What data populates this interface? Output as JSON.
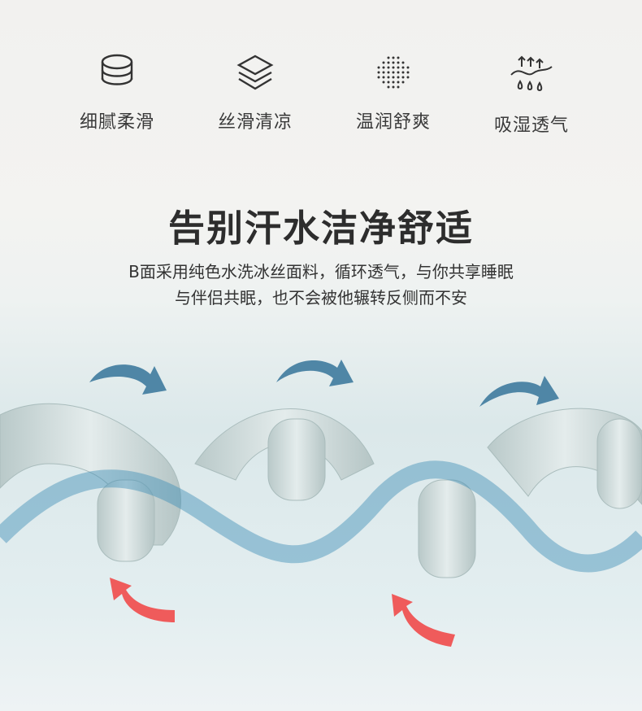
{
  "features": [
    {
      "icon": "stack-discs-icon",
      "label": "细腻柔滑"
    },
    {
      "icon": "layers-icon",
      "label": "丝滑清凉"
    },
    {
      "icon": "dot-grid-icon",
      "label": "温润舒爽"
    },
    {
      "icon": "moisture-wicking-icon",
      "label": "吸湿透气"
    }
  ],
  "headline": "告别汗水洁净舒适",
  "description": {
    "line1": "B面采用纯色水洗冰丝面料，循环透气，与你共享睡眠",
    "line2": "与伴侣共眠，也不会被他辗转反侧而不安"
  },
  "colors": {
    "blue_arrow": "#4f86a6",
    "red_arrow": "#ef5b5b",
    "fiber": "#c9d6d6",
    "wave": "#3f8fb5"
  }
}
